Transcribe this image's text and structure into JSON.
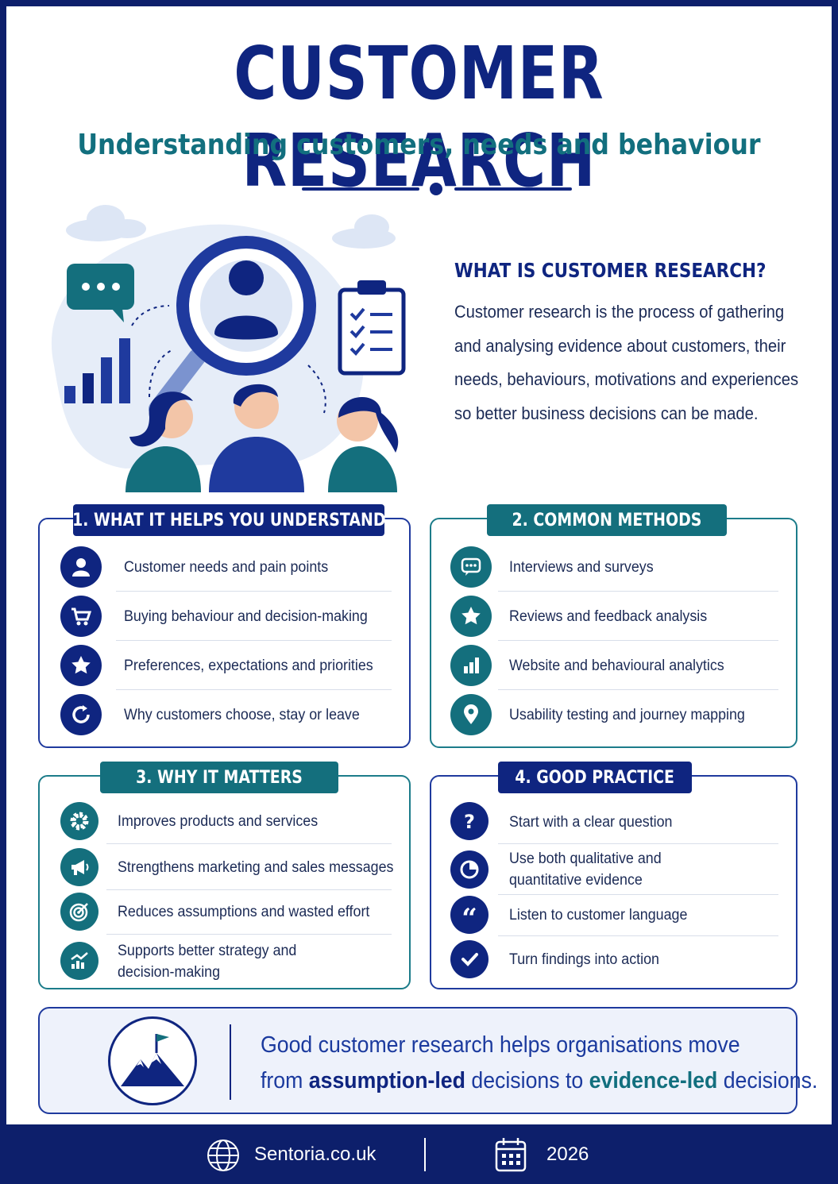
{
  "header": {
    "title": "CUSTOMER RESEARCH",
    "subtitle": "Understanding customers, needs and behaviour"
  },
  "intro": {
    "heading": "WHAT IS CUSTOMER RESEARCH?",
    "lines": [
      "Customer research is the process of gathering",
      "and analysing evidence about customers, their",
      "needs, behaviours, motivations and experiences",
      "so better business decisions can be made."
    ]
  },
  "sections": {
    "understand": {
      "title": "1. WHAT IT HELPS YOU UNDERSTAND",
      "items": [
        {
          "label": "Customer needs and pain points",
          "icon": "user-icon"
        },
        {
          "label": "Buying behaviour and decision-making",
          "icon": "cart-icon"
        },
        {
          "label": "Preferences, expectations and priorities",
          "icon": "star-icon"
        },
        {
          "label": "Why customers choose, stay or leave",
          "icon": "refresh-icon"
        }
      ]
    },
    "methods": {
      "title": "2. COMMON METHODS",
      "items": [
        {
          "label": "Interviews and surveys",
          "icon": "chat-icon"
        },
        {
          "label": "Reviews and feedback analysis",
          "icon": "star-icon"
        },
        {
          "label": "Website and behavioural analytics",
          "icon": "bar-chart-icon"
        },
        {
          "label": "Usability testing and journey mapping",
          "icon": "location-pin-icon"
        }
      ]
    },
    "matters": {
      "title": "3. WHY IT MATTERS",
      "items": [
        {
          "label": "Improves products and services",
          "icon": "gear-icon"
        },
        {
          "label": "Strengthens marketing and sales messages",
          "icon": "megaphone-icon"
        },
        {
          "label": "Reduces assumptions and wasted effort",
          "icon": "target-icon"
        },
        {
          "label_1": "Supports better strategy and",
          "label_2": "decision-making",
          "icon": "growth-chart-icon"
        }
      ]
    },
    "practice": {
      "title": "4. GOOD PRACTICE",
      "items": [
        {
          "label": "Start with a clear question",
          "icon": "question-icon"
        },
        {
          "label_1": "Use both qualitative and",
          "label_2": "quantitative evidence",
          "icon": "pie-chart-icon"
        },
        {
          "label": "Listen to customer language",
          "icon": "quote-icon"
        },
        {
          "label": "Turn findings into action",
          "icon": "check-icon"
        }
      ]
    }
  },
  "conclusion": {
    "line1": "Good customer research helps organisations move",
    "line2_pre": "from ",
    "line2_bold1": "assumption-led",
    "line2_mid": " decisions to ",
    "line2_bold2": "evidence-led",
    "line2_post": " decisions.",
    "icon": "mountain-flag-icon"
  },
  "footer": {
    "website": "Sentoria.co.uk",
    "year": "2026",
    "website_icon": "globe-icon",
    "year_icon": "calendar-icon"
  },
  "colors": {
    "navy": "#0f2580",
    "teal": "#146f7d",
    "text": "#1b2a55"
  }
}
